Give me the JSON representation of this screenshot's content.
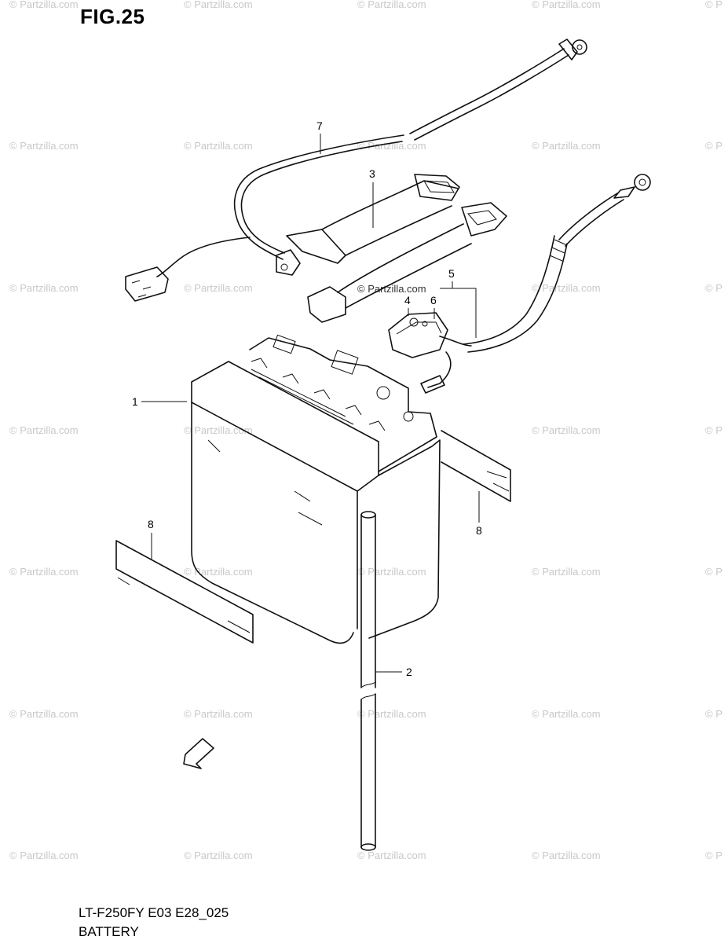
{
  "figure_title": "FIG.25",
  "watermark_text": "© Partzilla.com",
  "watermark_clip": "© P",
  "center_watermark": "© Partzilla.com",
  "parts": [
    {
      "ref": "1"
    },
    {
      "ref": "2"
    },
    {
      "ref": "3"
    },
    {
      "ref": "4"
    },
    {
      "ref": "5"
    },
    {
      "ref": "6"
    },
    {
      "ref": "7"
    },
    {
      "ref": "8"
    },
    {
      "ref": "8"
    }
  ],
  "fwd_label": "FWD",
  "footer": {
    "model_code": "LT-F250FY E03 E28_025",
    "section_name": "BATTERY"
  }
}
